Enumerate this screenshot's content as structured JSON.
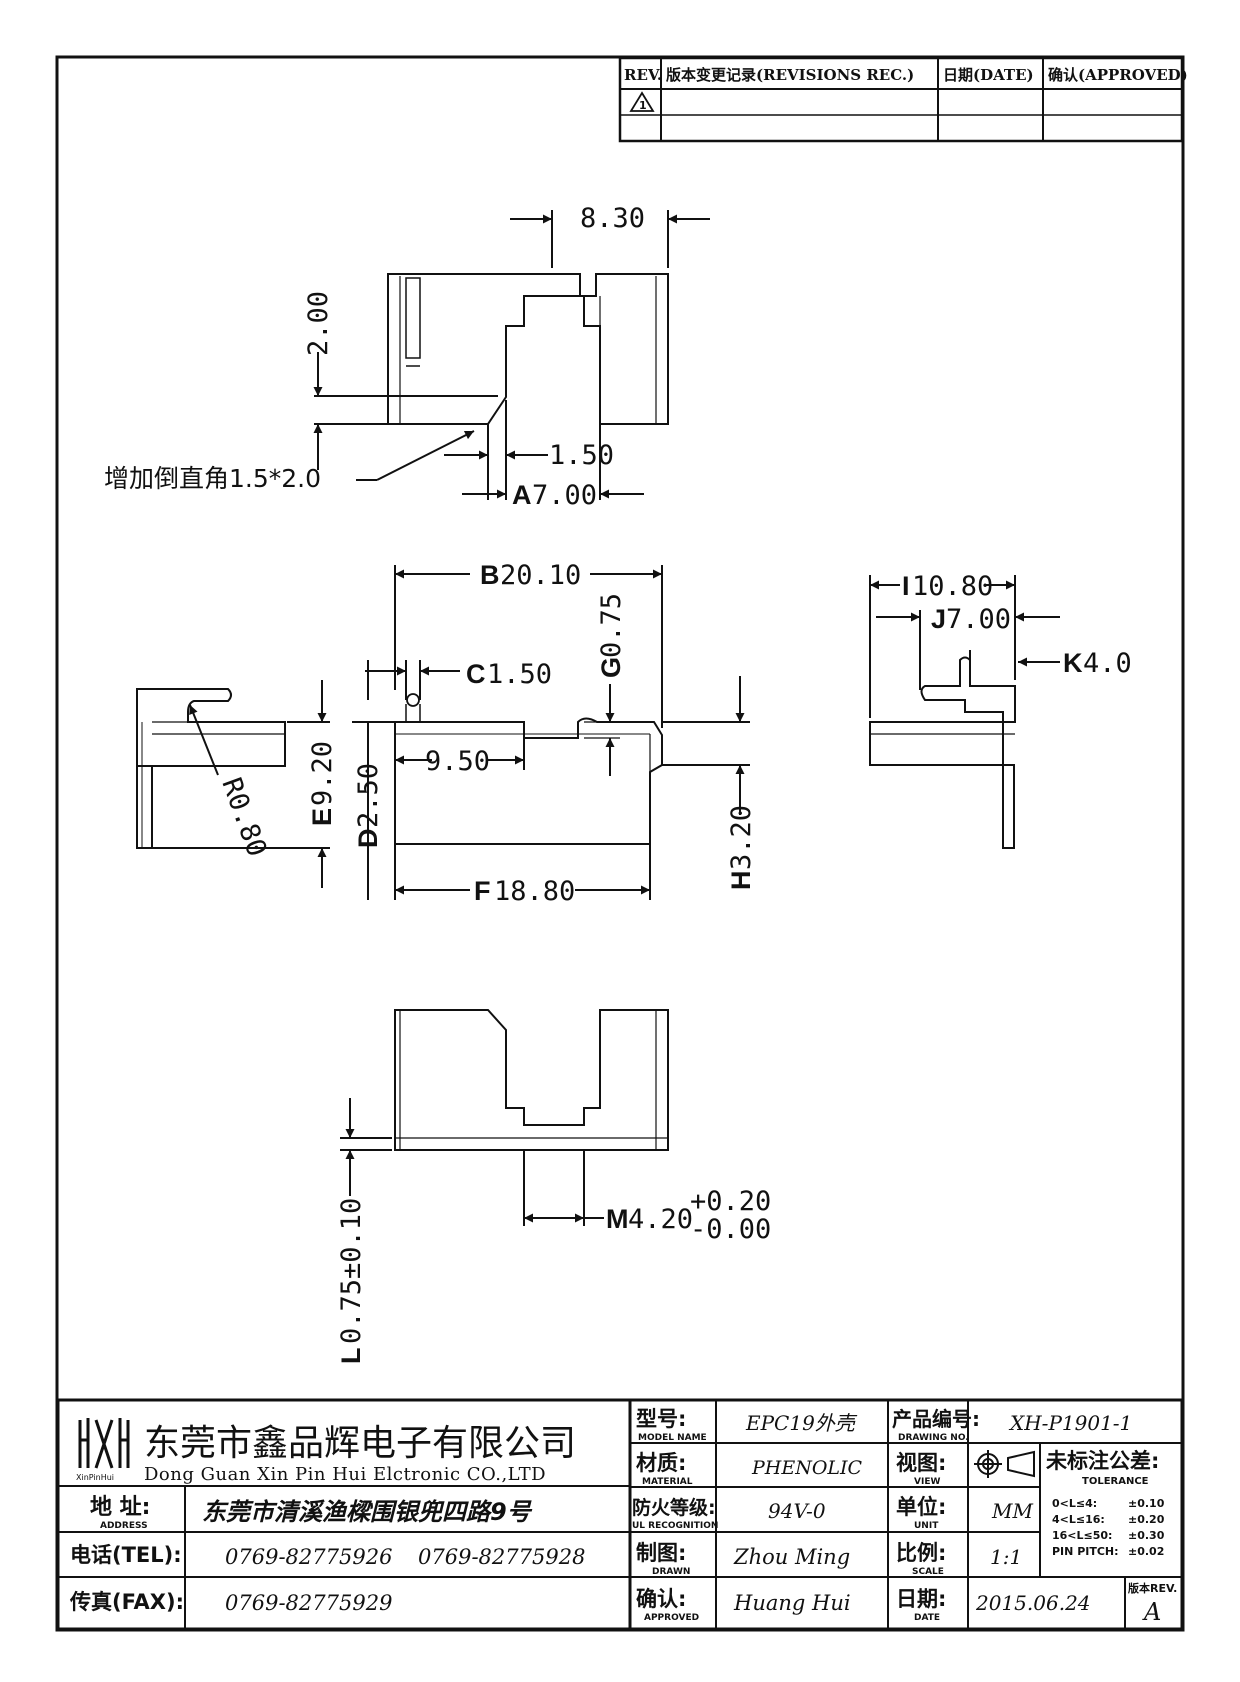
{
  "revision_table": {
    "headers": [
      "REV.",
      "版本变更记录(REVISIONS REC.)",
      "日期(DATE)",
      "确认(APPROVED)"
    ],
    "first_rev_symbol": "1"
  },
  "dimensions": {
    "top_view": {
      "d1": "8.30",
      "d2": "2.00",
      "d3": "1.50",
      "d4_letter": "A",
      "d4_value": "7.00",
      "chamfer_note": "增加倒直角1.5*2.0"
    },
    "front_view": {
      "b_letter": "B",
      "b_value": "20.10",
      "c_letter": "C",
      "c_value": "1.50",
      "g_letter": "G",
      "g_value": "0.75",
      "d_inner": "9.50",
      "e_letter": "E",
      "e_value": "9.20",
      "d_letter": "D",
      "d_value": "2.50",
      "h_letter": "H",
      "h_value": "3.20",
      "f_letter": "F",
      "f_value": "18.80",
      "r_value": "R0.80"
    },
    "side_view": {
      "i_letter": "I",
      "i_value": "10.80",
      "j_letter": "J",
      "j_value": "7.00",
      "k_letter": "K",
      "k_value": "4.0"
    },
    "bottom_view": {
      "l_letter": "L",
      "l_value": "0.75±0.10",
      "m_letter": "M",
      "m_value": "4.20",
      "m_tol_plus": "+0.20",
      "m_tol_minus": "-0.00"
    }
  },
  "title_block": {
    "company_cn": "东莞市鑫品辉电子有限公司",
    "company_en": "Dong Guan Xin Pin Hui Elctronic CO.,LTD",
    "logo_caption": "XinPinHui",
    "address_label": "地 址:",
    "address_label_en": "ADDRESS",
    "address_value": "东莞市清溪渔樑围银兜四路9号",
    "tel_label": "电话(TEL):",
    "tel_value_1": "0769-82775926",
    "tel_value_2": "0769-82775928",
    "fax_label": "传真(FAX):",
    "fax_value": "0769-82775929",
    "model_label": "型号:",
    "model_label_en": "MODEL NAME",
    "model_value": "EPC19外壳",
    "material_label": "材质:",
    "material_label_en": "MATERIAL",
    "material_value": "PHENOLIC",
    "ul_label": "防火等级:",
    "ul_label_en": "UL RECOGNITION",
    "ul_value": "94V-0",
    "drawn_label": "制图:",
    "drawn_label_en": "DRAWN",
    "drawn_value": "Zhou Ming",
    "approved_label": "确认:",
    "approved_label_en": "APPROVED",
    "approved_value": "Huang Hui",
    "drawing_no_label": "产品编号:",
    "drawing_no_label_en": "DRAWING NO.",
    "drawing_no_value": "XH-P1901-1",
    "view_label": "视图:",
    "view_label_en": "VIEW",
    "unit_label": "单位:",
    "unit_label_en": "UNIT",
    "unit_value": "MM",
    "scale_label": "比例:",
    "scale_label_en": "SCALE",
    "scale_value": "1:1",
    "date_label": "日期:",
    "date_label_en": "DATE",
    "date_value": "2015.06.24",
    "tolerance_title": "未标注公差:",
    "tolerance_title_en": "TOLERANCE",
    "tolerance_rows": [
      {
        "range": "0<L≤4:",
        "value": "±0.10"
      },
      {
        "range": "4<L≤16:",
        "value": "±0.20"
      },
      {
        "range": "16<L≤50:",
        "value": "±0.30"
      },
      {
        "range": "PIN PITCH:",
        "value": "±0.02"
      }
    ],
    "rev_label": "版本REV.",
    "rev_value": "A"
  }
}
